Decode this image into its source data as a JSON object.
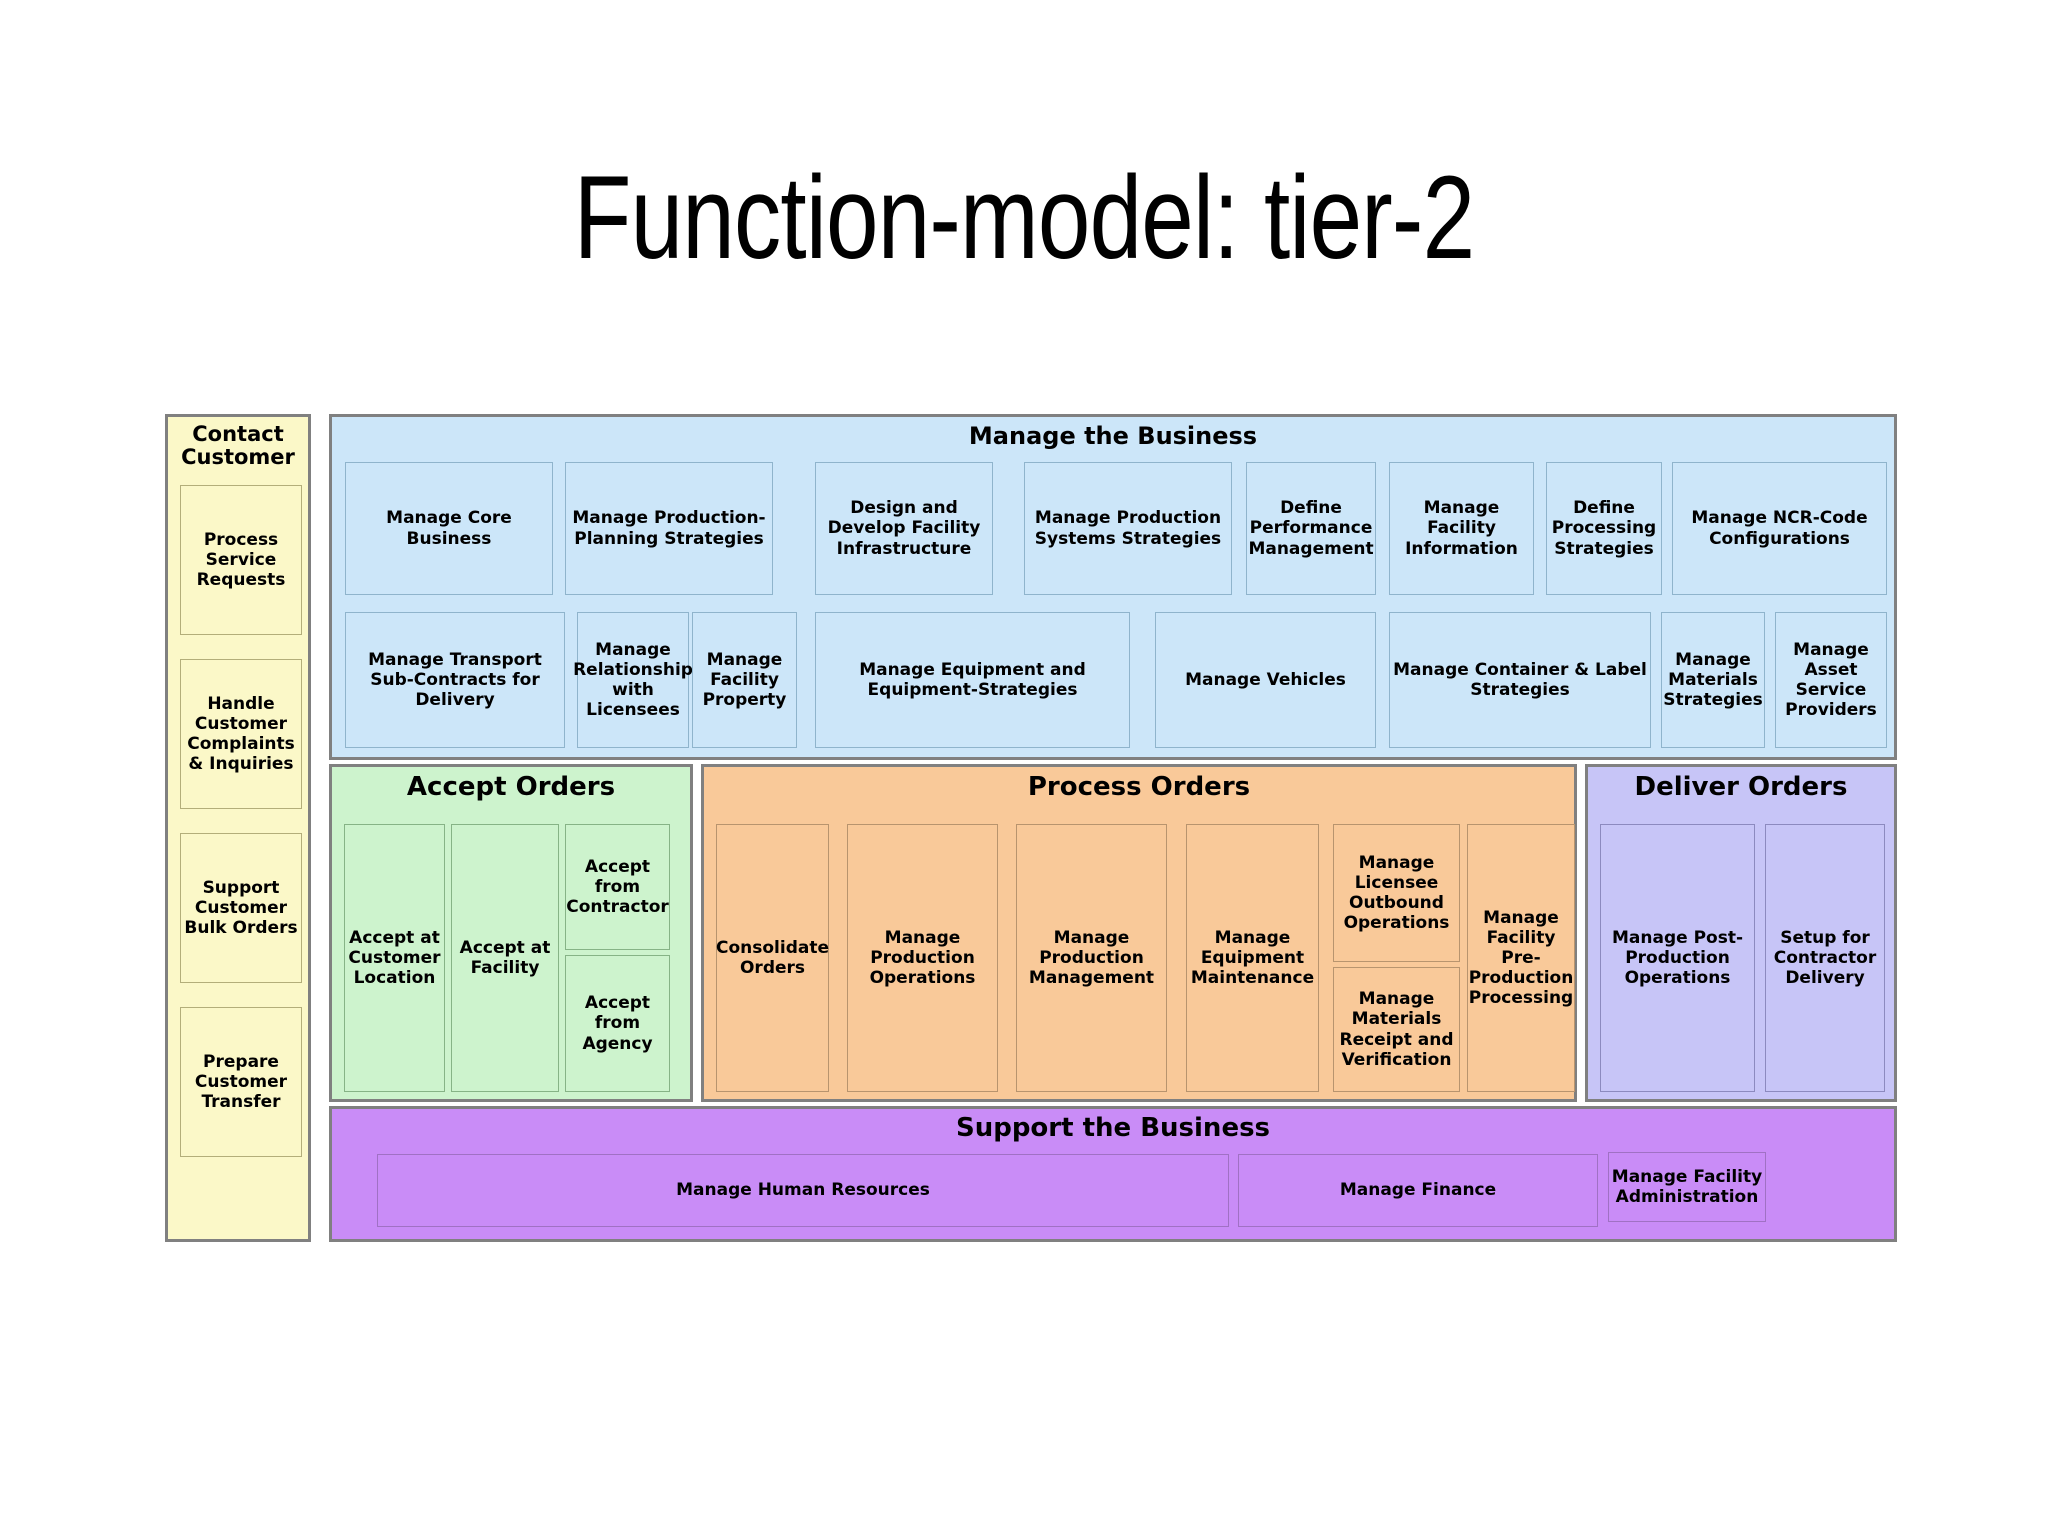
{
  "title": "Function-model: tier-2",
  "colors": {
    "contact_customer": "#fbf8c8",
    "manage_business": "#cce6f9",
    "accept_orders": "#cdf3cd",
    "process_orders": "#f9c999",
    "deliver_orders": "#c7c5f7",
    "support_business": "#c98cf7",
    "group_border": "#808080"
  },
  "groups": {
    "contact_customer": {
      "title": "Contact Customer",
      "items": [
        {
          "label": "Process Service Requests"
        },
        {
          "label": "Handle Customer Complaints & Inquiries"
        },
        {
          "label": "Support Customer Bulk Orders"
        },
        {
          "label": "Prepare Customer Transfer"
        }
      ]
    },
    "manage_business": {
      "title": "Manage the Business",
      "row1": [
        {
          "label": "Manage Core Business"
        },
        {
          "label": "Manage Production-Planning Strategies"
        },
        {
          "label": "Design and Develop Facility Infrastructure"
        },
        {
          "label": "Manage Production Systems Strategies"
        },
        {
          "label": "Define Performance Management"
        },
        {
          "label": "Manage Facility Information"
        },
        {
          "label": "Define Processing Strategies"
        },
        {
          "label": "Manage NCR-Code Configurations"
        }
      ],
      "row2": [
        {
          "label": "Manage Transport Sub-Contracts for Delivery"
        },
        {
          "label": "Manage Relationship with Licensees"
        },
        {
          "label": "Manage Facility Property"
        },
        {
          "label": "Manage Equipment and Equipment-Strategies"
        },
        {
          "label": "Manage Vehicles"
        },
        {
          "label": "Manage Container & Label Strategies"
        },
        {
          "label": "Manage Materials Strategies"
        },
        {
          "label": "Manage Asset Service Providers"
        }
      ]
    },
    "accept_orders": {
      "title": "Accept Orders",
      "items": [
        {
          "label": "Accept at Customer Location"
        },
        {
          "label": "Accept at Facility"
        },
        {
          "label": "Accept from Contractor"
        },
        {
          "label": "Accept from Agency"
        }
      ]
    },
    "process_orders": {
      "title": "Process Orders",
      "items": [
        {
          "label": "Consolidate Orders"
        },
        {
          "label": "Manage Production Operations"
        },
        {
          "label": "Manage Production Management"
        },
        {
          "label": "Manage Equipment Maintenance"
        },
        {
          "label": "Manage Licensee Outbound Operations"
        },
        {
          "label": "Manage Materials Receipt and Verification"
        },
        {
          "label": "Manage Facility Pre-Production Processing"
        }
      ]
    },
    "deliver_orders": {
      "title": "Deliver Orders",
      "items": [
        {
          "label": "Manage Post-Production Operations"
        },
        {
          "label": "Setup for Contractor Delivery"
        }
      ]
    },
    "support_business": {
      "title": "Support the Business",
      "items": [
        {
          "label": "Manage Human Resources"
        },
        {
          "label": "Manage Finance"
        },
        {
          "label": "Manage Facility Administration"
        }
      ]
    }
  }
}
